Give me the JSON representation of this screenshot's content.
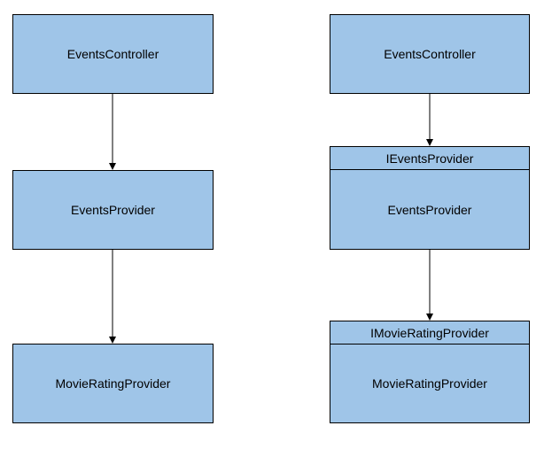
{
  "colors": {
    "box_fill": "#9fc5e8",
    "box_border": "#000000",
    "arrow": "#000000"
  },
  "left_column": {
    "boxes": [
      {
        "label": "EventsController"
      },
      {
        "label": "EventsProvider"
      },
      {
        "label": "MovieRatingProvider"
      }
    ]
  },
  "right_column": {
    "boxes": [
      {
        "label": "EventsController"
      },
      {
        "interface": "IEventsProvider",
        "label": "EventsProvider"
      },
      {
        "interface": "IMovieRatingProvider",
        "label": "MovieRatingProvider"
      }
    ]
  }
}
